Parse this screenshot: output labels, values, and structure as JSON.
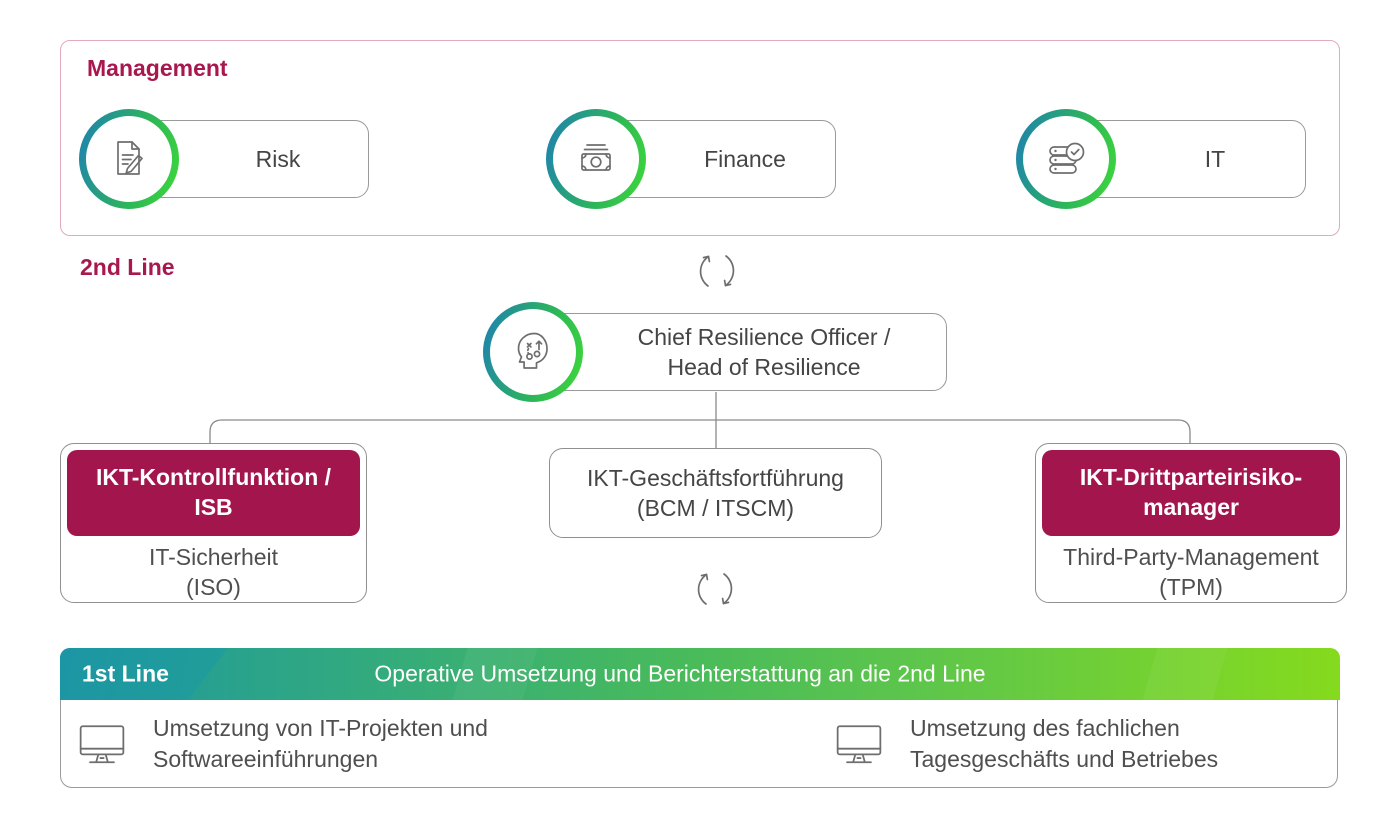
{
  "colors": {
    "crimson_text": "#A8174E",
    "crimson_fill": "#A3164D",
    "management_border": "#E2A9BF",
    "circle_gradient_start": "#1F83AE",
    "circle_gradient_end": "#3ED63B",
    "bar_gradient_start": "#1E94A5",
    "bar_gradient_end": "#85DA1D",
    "box_border": "#909090",
    "text_gray": "#4F4F4F"
  },
  "management": {
    "label": "Management",
    "roles": [
      {
        "label": "Risk",
        "icon": "document-edit-icon"
      },
      {
        "label": "Finance",
        "icon": "banknote-icon"
      },
      {
        "label": "IT",
        "icon": "server-check-icon"
      }
    ]
  },
  "second_line": {
    "label": "2nd Line",
    "cycle_icon": "sync-arrows-icon",
    "officer": {
      "icon": "head-strategy-icon",
      "line1": "Chief Resilience Officer /",
      "line2": "Head of Resilience"
    },
    "units": {
      "left": {
        "header_line1": "IKT-Kontrollfunktion /",
        "header_line2": "ISB",
        "sub_line1": "IT-Sicherheit",
        "sub_line2": "(ISO)"
      },
      "middle": {
        "line1": "IKT-Geschäftsfortführung",
        "line2": "(BCM / ITSCM)",
        "cycle_icon": "sync-arrows-icon"
      },
      "right": {
        "header_line1": "IKT-Drittparteirisiko-",
        "header_line2": "manager",
        "sub_line1": "Third-Party-Management",
        "sub_line2": "(TPM)"
      }
    }
  },
  "first_line": {
    "label": "1st Line",
    "banner": "Operative Umsetzung und Berichterstattung an die 2nd Line",
    "items": [
      {
        "icon": "monitor-icon",
        "line1": "Umsetzung von IT-Projekten und",
        "line2": "Softwareeinführungen"
      },
      {
        "icon": "monitor-icon",
        "line1": "Umsetzung des fachlichen",
        "line2": "Tagesgeschäfts und Betriebes"
      }
    ]
  }
}
